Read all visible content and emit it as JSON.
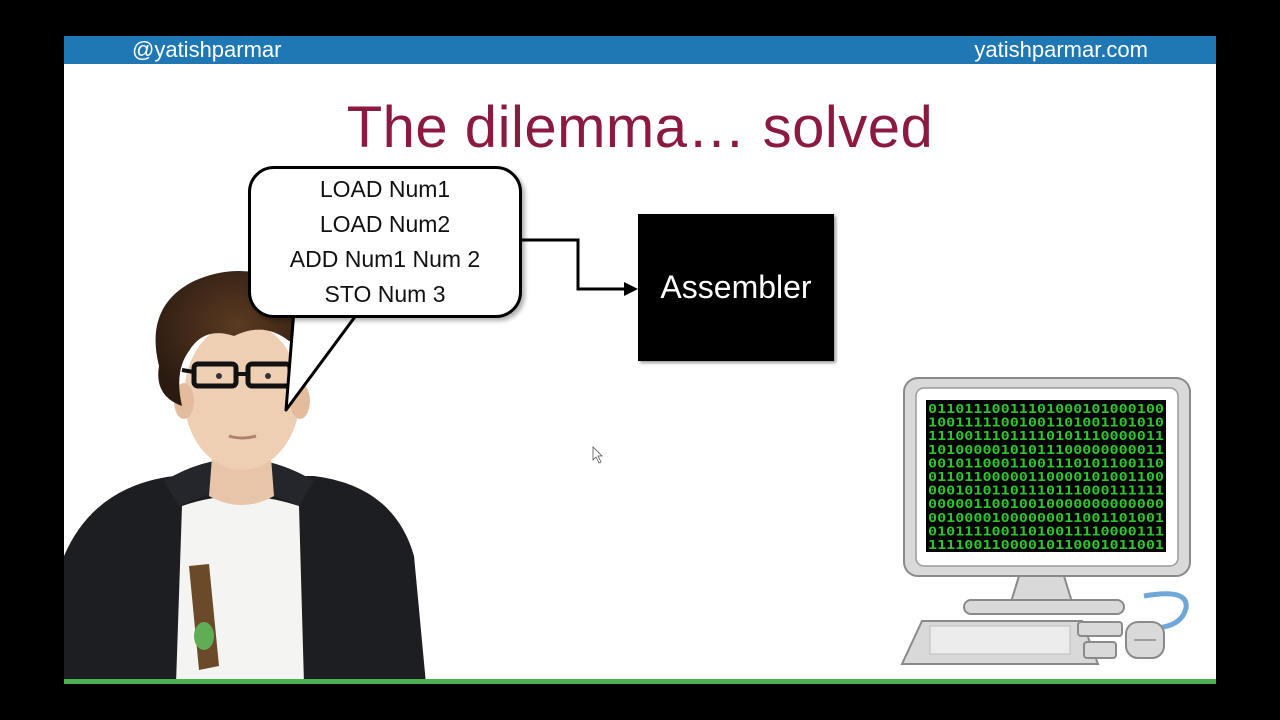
{
  "header": {
    "handle": "@yatishparmar",
    "website": "yatishparmar.com"
  },
  "slide": {
    "title": "The dilemma… solved"
  },
  "speech_bubble": {
    "lines": [
      "LOAD Num1",
      "LOAD Num2",
      "ADD Num1 Num 2",
      "STO Num 3"
    ]
  },
  "assembler_box": {
    "label": "Assembler"
  },
  "computer_screen": {
    "binary_rows": [
      "01101110011101000101000100",
      "10011111001001101001101010",
      "11100111011110101110000011",
      "10100000101011100000000011",
      "00101100011001110101100110",
      "01101100000110000101001100",
      "00010101101110111000111111",
      "00000110010010000000000000",
      "00100001000000011001101001",
      "01011110011010011110000111",
      "11110011000010110001011001"
    ]
  },
  "colors": {
    "header_bar": "#1f78b4",
    "title": "#8b1a3f",
    "footer_line": "#4caf50",
    "screen_text": "#2ec42e"
  }
}
